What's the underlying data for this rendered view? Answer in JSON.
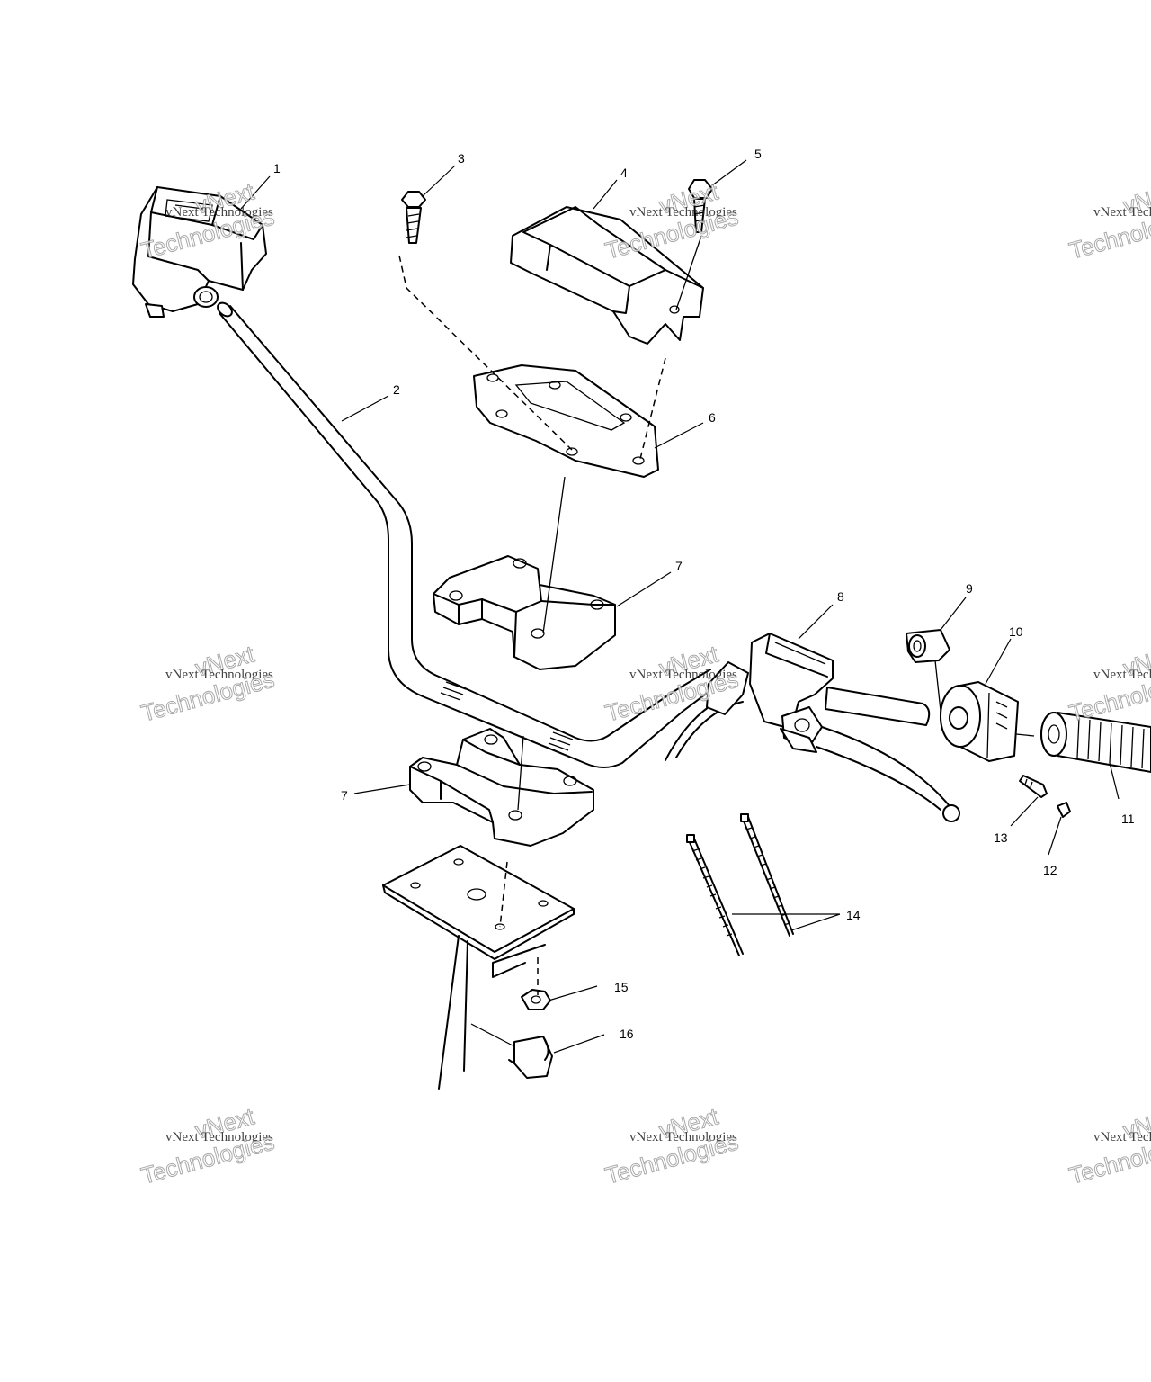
{
  "callouts": {
    "c1": "1",
    "c2": "2",
    "c3": "3",
    "c4": "4",
    "c5": "5",
    "c6": "6",
    "c7a": "7",
    "c7b": "7",
    "c8": "8",
    "c9": "9",
    "c10": "10",
    "c11": "11",
    "c12": "12",
    "c13": "13",
    "c14": "14",
    "c15": "15",
    "c16": "16"
  },
  "watermark": {
    "line1": "vNext",
    "line2": "vNext Technologies",
    "line3": "Technologies"
  }
}
